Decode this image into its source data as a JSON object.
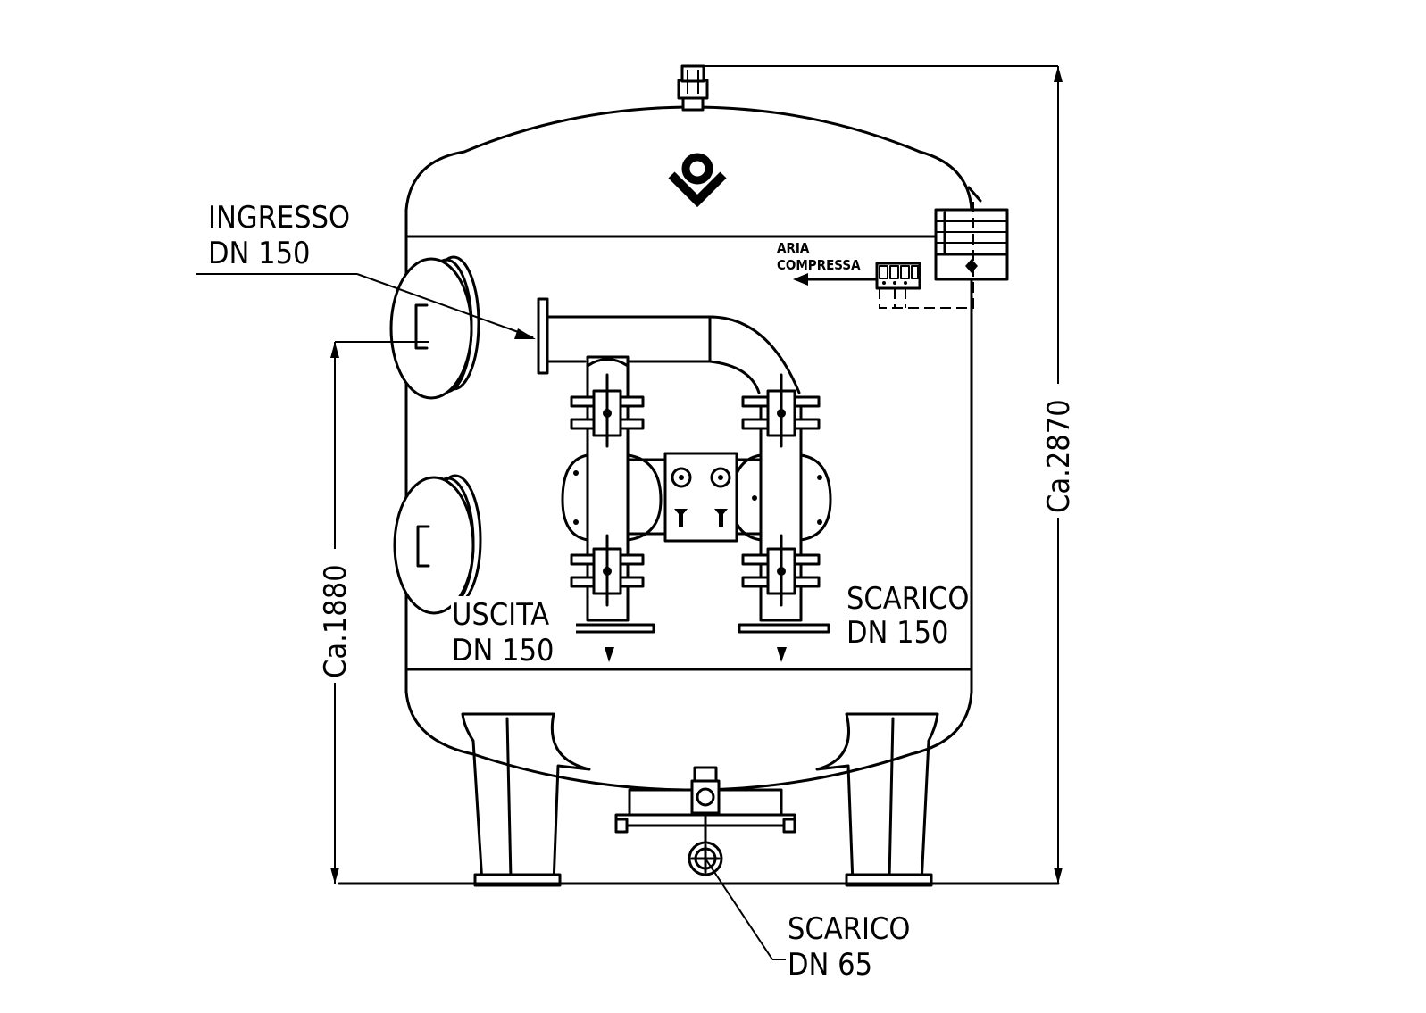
{
  "labels": {
    "inlet_line1": "INGRESSO",
    "inlet_line2": "DN  150",
    "outlet_line1": "USCITA",
    "outlet_line2": "DN  150",
    "drain_line1": "SCARICO",
    "drain_line2": "DN  150",
    "bottom_drain_line1": "SCARICO",
    "bottom_drain_line2": "DN  65",
    "air_line1": "ARIA",
    "air_line2": "COMPRESSA"
  },
  "dimensions": {
    "total_height": "Ca.2870",
    "inlet_height": "Ca.1880"
  }
}
